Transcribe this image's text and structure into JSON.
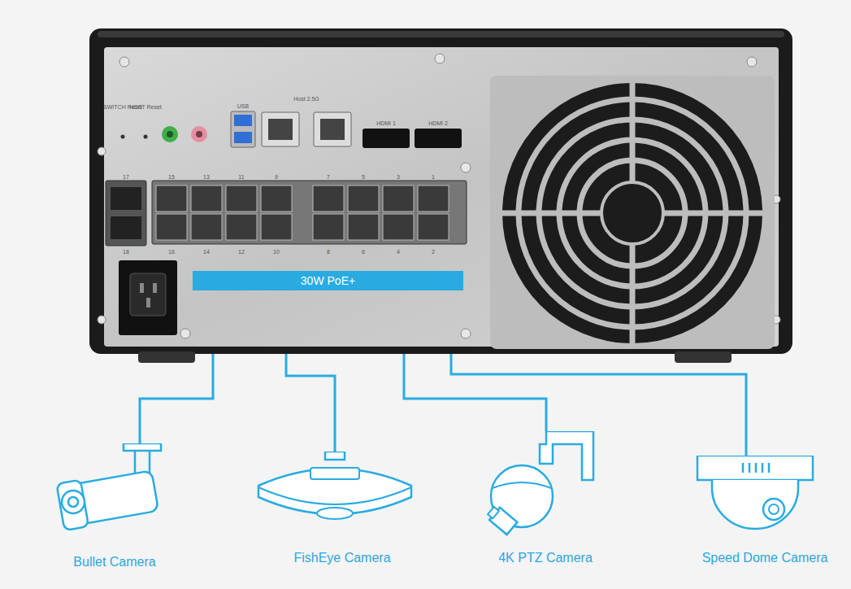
{
  "diagram": {
    "nodes": [
      {
        "text": [
          "30W PoE+"
        ]
      },
      {
        "text": [
          "Bullet Camera"
        ]
      },
      {
        "text": [
          "FishEye Camera"
        ]
      },
      {
        "text": [
          "4K PTZ Camera"
        ]
      },
      {
        "text": [
          "Speed Dome Camera"
        ]
      }
    ],
    "edges": [
      {
        "from": 0,
        "to": 1,
        "arrow": "none"
      },
      {
        "from": 0,
        "to": 2,
        "arrow": "none"
      },
      {
        "from": 0,
        "to": 3,
        "arrow": "none"
      },
      {
        "from": 0,
        "to": 4,
        "arrow": "none"
      }
    ],
    "labels": [
      "SWITCH Reset",
      "HOST Reset",
      "USB",
      "Host 2.5G",
      "HDMI 1",
      "HDMI 2",
      "17",
      "15",
      "13",
      "11",
      "9",
      "7",
      "5",
      "3",
      "1",
      "18",
      "16",
      "14",
      "12",
      "10",
      "8",
      "6",
      "4",
      "2"
    ]
  }
}
